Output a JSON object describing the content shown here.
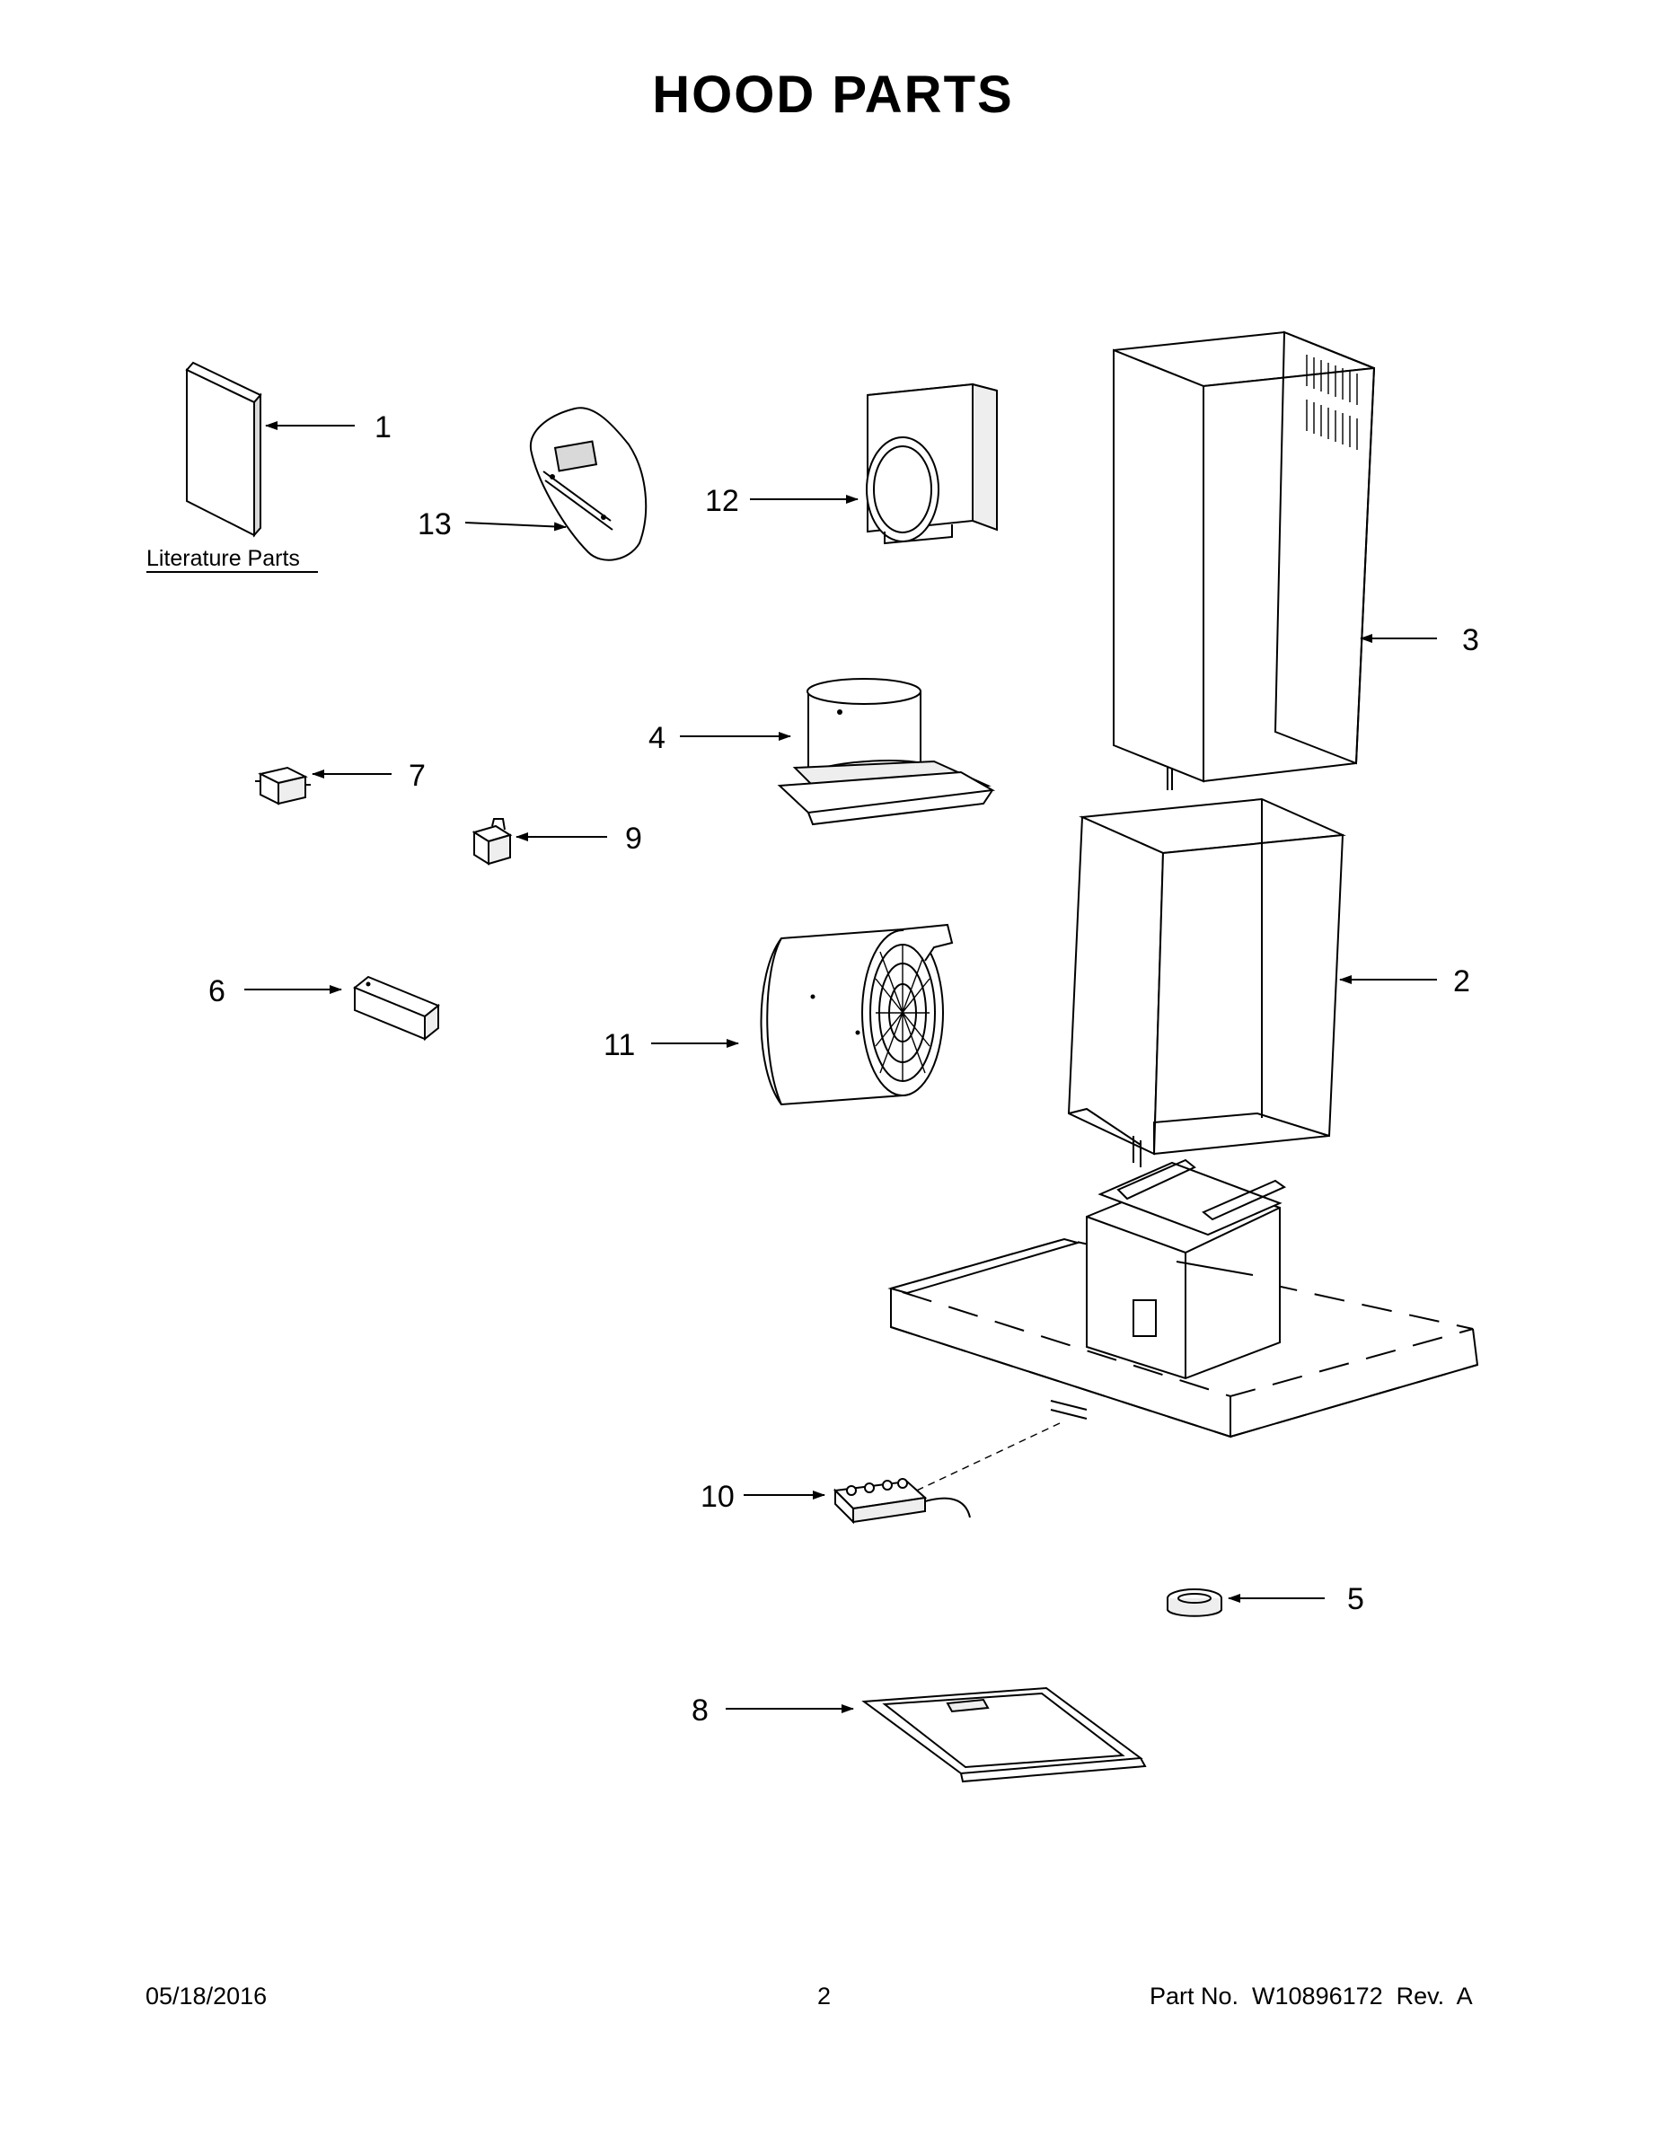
{
  "title": "HOOD PARTS",
  "literature_label": "Literature Parts",
  "callouts": [
    {
      "id": "1",
      "label": "1"
    },
    {
      "id": "2",
      "label": "2"
    },
    {
      "id": "3",
      "label": "3"
    },
    {
      "id": "4",
      "label": "4"
    },
    {
      "id": "5",
      "label": "5"
    },
    {
      "id": "6",
      "label": "6"
    },
    {
      "id": "7",
      "label": "7"
    },
    {
      "id": "8",
      "label": "8"
    },
    {
      "id": "9",
      "label": "9"
    },
    {
      "id": "10",
      "label": "10"
    },
    {
      "id": "11",
      "label": "11"
    },
    {
      "id": "12",
      "label": "12"
    },
    {
      "id": "13",
      "label": "13"
    }
  ],
  "footer": {
    "date": "05/18/2016",
    "page": "2",
    "part_number": "Part No.  W10896172  Rev.  A"
  }
}
